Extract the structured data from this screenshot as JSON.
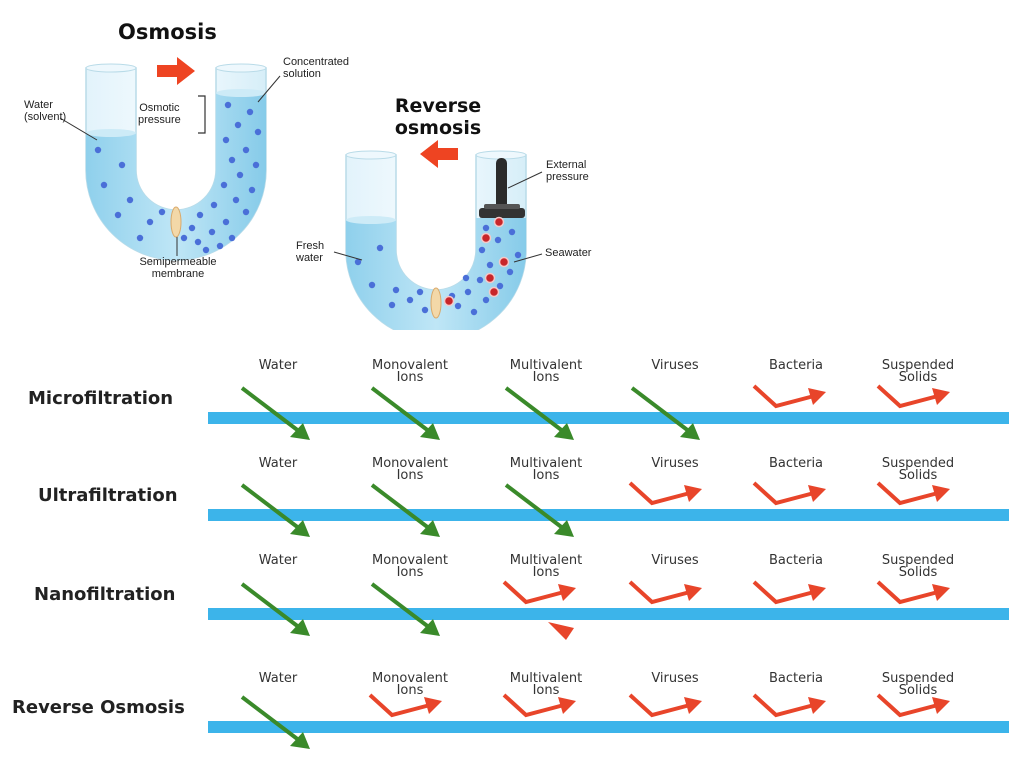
{
  "osmosis": {
    "title": "Osmosis",
    "water_label": [
      "Water",
      "(solvent)"
    ],
    "osmotic_pressure_label": [
      "Osmotic",
      "pressure"
    ],
    "concentrated_label": [
      "Concentrated",
      "solution"
    ],
    "membrane_label": [
      "Semipermeable",
      "membrane"
    ]
  },
  "reverse_osmosis": {
    "title": [
      "Reverse",
      "osmosis"
    ],
    "external_pressure_label": [
      "External",
      "pressure"
    ],
    "fresh_water_label": [
      "Fresh",
      "water"
    ],
    "seawater_label": "Seawater"
  },
  "filtration": {
    "rows": [
      {
        "name": "Microfiltration",
        "headers": [
          "Water",
          [
            "Monovalent",
            "Ions"
          ],
          [
            "Multivalent",
            "Ions"
          ],
          "Viruses",
          "Bacteria",
          [
            "Suspended",
            "Solids"
          ]
        ],
        "passes": [
          true,
          true,
          true,
          true,
          false,
          false
        ]
      },
      {
        "name": "Ultrafiltration",
        "headers": [
          "Water",
          [
            "Monovalent",
            "Ions"
          ],
          [
            "Multivalent",
            "Ions"
          ],
          "Viruses",
          "Bacteria",
          [
            "Suspended",
            "Solids"
          ]
        ],
        "passes": [
          true,
          true,
          true,
          false,
          false,
          false
        ]
      },
      {
        "name": "Nanofiltration",
        "headers": [
          "Water",
          [
            "Monovalent",
            "Ions"
          ],
          [
            "Multivalent",
            "Ions"
          ],
          "Viruses",
          "Bacteria",
          [
            "Suspended",
            "Solids"
          ]
        ],
        "passes": [
          true,
          true,
          false,
          false,
          false,
          false
        ]
      },
      {
        "name": "Reverse Osmosis",
        "headers": [
          "Water",
          [
            "Monovalent",
            "Ions"
          ],
          [
            "Multivalent",
            "Ions"
          ],
          "Viruses",
          "Bacteria",
          [
            "Suspended",
            "Solids"
          ]
        ],
        "passes": [
          true,
          false,
          false,
          false,
          false,
          false
        ]
      }
    ]
  },
  "colors": {
    "pass_arrow": "#3a8a2a",
    "reject_arrow": "#e8452a",
    "membrane_bar": "#3cb4ea",
    "water_fill": "#a9dcf0",
    "flow_arrow": "#ee4422",
    "solute_dot": "#4a6fd8",
    "salt_dot": "#c8262a"
  }
}
